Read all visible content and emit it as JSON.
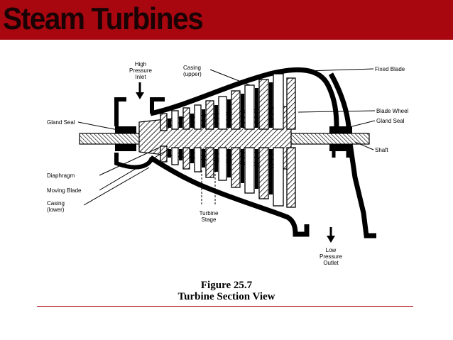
{
  "slide": {
    "title": "Steam Turbines",
    "accent_color": "#a8070f"
  },
  "diagram": {
    "labels": {
      "high_pressure_inlet": "High\nPressure\nInlet",
      "casing_upper": "Casing\n(upper)",
      "fixed_blade": "Fixed Blade",
      "blade_wheel": "Blade Wheel",
      "gland_seal_left": "Gland Seal",
      "gland_seal_right": "Gland Seal",
      "shaft": "Shaft",
      "diaphragm": "Diaphragm",
      "moving_blade": "Moving Blade",
      "casing_lower": "Casing\n(lower)",
      "turbine_stage": "Turbine\nStage",
      "low_pressure_outlet": "Low\nPressure\nOutlet"
    }
  },
  "figure": {
    "number": "Figure 25.7",
    "caption": "Turbine Section View"
  }
}
